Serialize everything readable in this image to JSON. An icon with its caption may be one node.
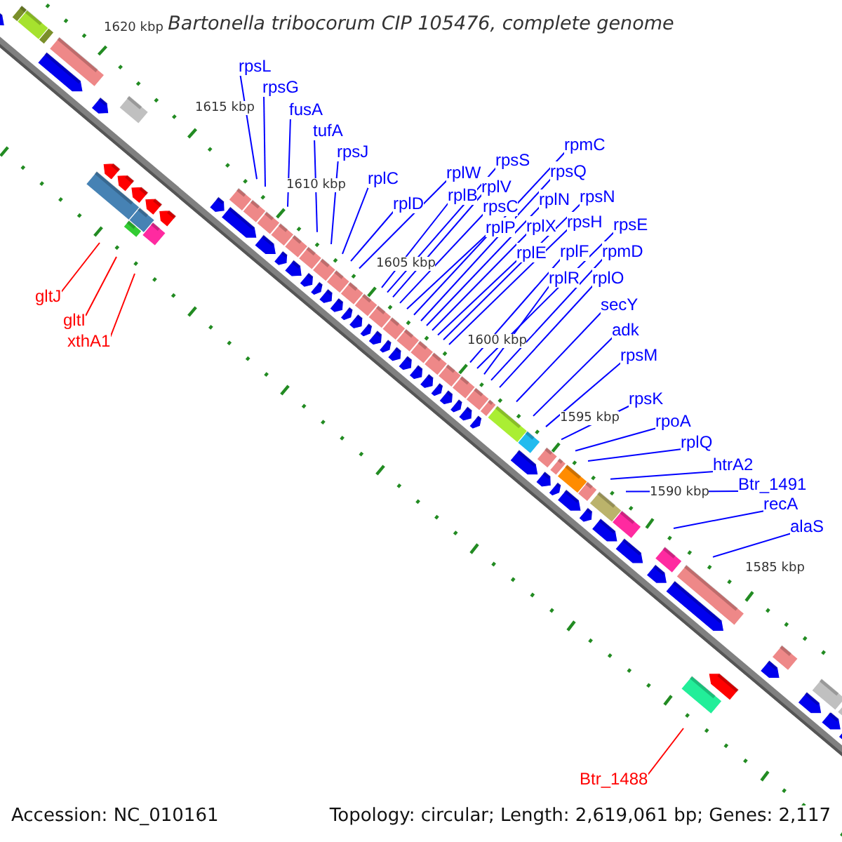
{
  "diagram": {
    "title": "Bartonella tribocorum CIP 105476, complete genome",
    "nodes": [
      {
        "text": [
          "rpsL"
        ]
      },
      {
        "text": [
          "rpsG"
        ]
      },
      {
        "text": [
          "fusA"
        ]
      },
      {
        "text": [
          "tufA"
        ]
      },
      {
        "text": [
          "rpsJ"
        ]
      },
      {
        "text": [
          "rpmC"
        ]
      },
      {
        "text": [
          "rpsS"
        ]
      },
      {
        "text": [
          "rpsQ"
        ]
      },
      {
        "text": [
          "rplW"
        ]
      },
      {
        "text": [
          "rplC"
        ]
      },
      {
        "text": [
          "rplV"
        ]
      },
      {
        "text": [
          "rplB"
        ]
      },
      {
        "text": [
          "rpsN"
        ]
      },
      {
        "text": [
          "rplN"
        ]
      },
      {
        "text": [
          "rplD"
        ]
      },
      {
        "text": [
          "rpsC"
        ]
      },
      {
        "text": [
          "rpsH"
        ]
      },
      {
        "text": [
          "rpsE"
        ]
      },
      {
        "text": [
          "rplX"
        ]
      },
      {
        "text": [
          "rplP"
        ]
      },
      {
        "text": [
          "rplE"
        ]
      },
      {
        "text": [
          "rplF"
        ]
      },
      {
        "text": [
          "rpmD"
        ]
      },
      {
        "text": [
          "rplR"
        ]
      },
      {
        "text": [
          "rplO"
        ]
      },
      {
        "text": [
          "gltJ"
        ]
      },
      {
        "text": [
          "secY"
        ]
      },
      {
        "text": [
          "gltI"
        ]
      },
      {
        "text": [
          "adk"
        ]
      },
      {
        "text": [
          "xthA1"
        ]
      },
      {
        "text": [
          "rpsM"
        ]
      },
      {
        "text": [
          "rpsK"
        ]
      },
      {
        "text": [
          "rpoA"
        ]
      },
      {
        "text": [
          "rplQ"
        ]
      },
      {
        "text": [
          "htrA2"
        ]
      },
      {
        "text": [
          "Btr_1491"
        ]
      },
      {
        "text": [
          "recA"
        ]
      },
      {
        "text": [
          "alaS"
        ]
      },
      {
        "text": [
          "Btr_1488"
        ]
      }
    ],
    "edges": [
      {
        "from": 0,
        "to": null,
        "arrow": "none"
      },
      {
        "from": 1,
        "to": null,
        "arrow": "none"
      },
      {
        "from": 2,
        "to": null,
        "arrow": "none"
      },
      {
        "from": 3,
        "to": null,
        "arrow": "none"
      },
      {
        "from": 4,
        "to": null,
        "arrow": "none"
      },
      {
        "from": 5,
        "to": null,
        "arrow": "none"
      },
      {
        "from": 6,
        "to": null,
        "arrow": "none"
      },
      {
        "from": 7,
        "to": null,
        "arrow": "none"
      },
      {
        "from": 8,
        "to": null,
        "arrow": "none"
      },
      {
        "from": 9,
        "to": null,
        "arrow": "none"
      },
      {
        "from": 10,
        "to": null,
        "arrow": "none"
      },
      {
        "from": 11,
        "to": null,
        "arrow": "none"
      },
      {
        "from": 12,
        "to": null,
        "arrow": "none"
      },
      {
        "from": 13,
        "to": null,
        "arrow": "none"
      },
      {
        "from": 14,
        "to": null,
        "arrow": "none"
      },
      {
        "from": 15,
        "to": null,
        "arrow": "none"
      },
      {
        "from": 16,
        "to": null,
        "arrow": "none"
      },
      {
        "from": 17,
        "to": null,
        "arrow": "none"
      },
      {
        "from": 18,
        "to": null,
        "arrow": "none"
      },
      {
        "from": 19,
        "to": null,
        "arrow": "none"
      },
      {
        "from": 20,
        "to": null,
        "arrow": "none"
      },
      {
        "from": 21,
        "to": null,
        "arrow": "none"
      },
      {
        "from": 22,
        "to": null,
        "arrow": "none"
      },
      {
        "from": 23,
        "to": null,
        "arrow": "none"
      },
      {
        "from": 24,
        "to": null,
        "arrow": "none"
      },
      {
        "from": 25,
        "to": null,
        "arrow": "none",
        "color": "#ff0000"
      },
      {
        "from": 26,
        "to": null,
        "arrow": "none"
      },
      {
        "from": 27,
        "to": null,
        "arrow": "none",
        "color": "#ff0000"
      },
      {
        "from": 28,
        "to": null,
        "arrow": "none"
      },
      {
        "from": 29,
        "to": null,
        "arrow": "none",
        "color": "#ff0000"
      },
      {
        "from": 30,
        "to": null,
        "arrow": "none"
      },
      {
        "from": 31,
        "to": null,
        "arrow": "none"
      },
      {
        "from": 32,
        "to": null,
        "arrow": "none"
      },
      {
        "from": 33,
        "to": null,
        "arrow": "none"
      },
      {
        "from": 34,
        "to": null,
        "arrow": "none"
      },
      {
        "from": 35,
        "to": null,
        "arrow": "none"
      },
      {
        "from": 36,
        "to": null,
        "arrow": "none"
      },
      {
        "from": 37,
        "to": null,
        "arrow": "none"
      },
      {
        "from": 38,
        "to": null,
        "arrow": "none",
        "color": "#ff0000"
      }
    ],
    "labels": [
      "1620 kbp",
      "1615 kbp",
      "1610 kbp",
      "1605 kbp",
      "1600 kbp",
      "1595 kbp",
      "1590 kbp",
      "1585 kbp",
      "Accession: NC_010161",
      "Topology: circular; Length: 2,619,061 bp; Genes: 2,117"
    ]
  }
}
